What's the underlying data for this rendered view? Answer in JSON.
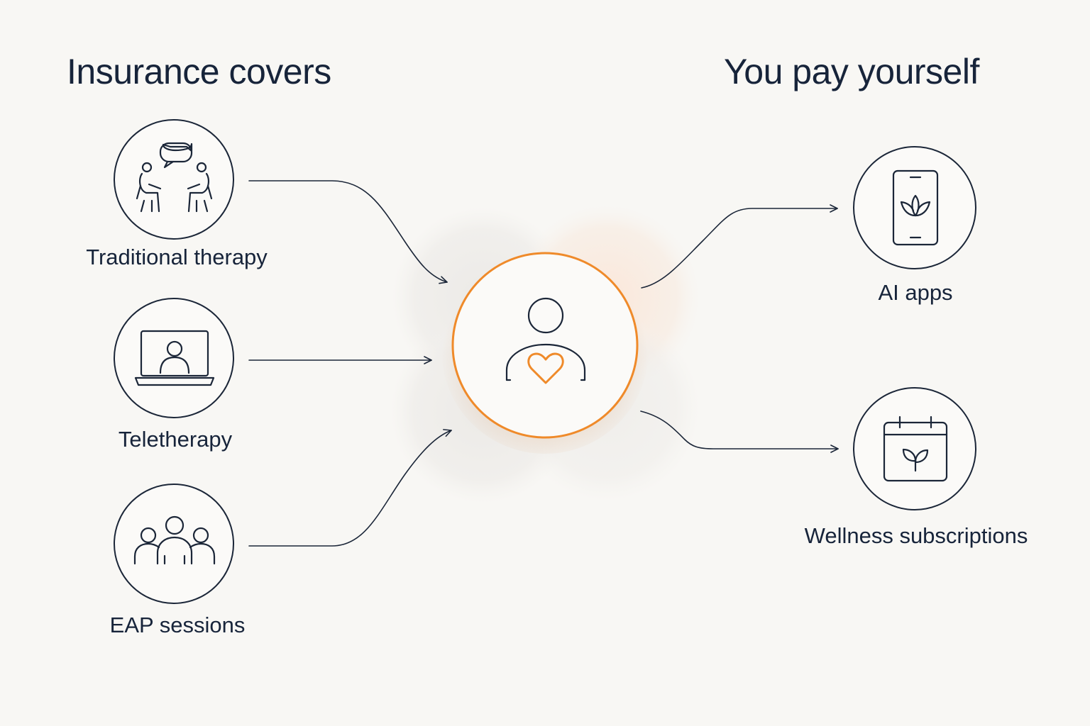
{
  "headings": {
    "left": "Insurance covers",
    "right": "You pay yourself"
  },
  "left_items": [
    {
      "label": "Traditional therapy",
      "icon": "therapy-session-icon"
    },
    {
      "label": "Teletherapy",
      "icon": "laptop-video-call-icon"
    },
    {
      "label": "EAP sessions",
      "icon": "group-people-icon"
    }
  ],
  "right_items": [
    {
      "label": "AI apps",
      "icon": "phone-lotus-icon"
    },
    {
      "label": "Wellness subscriptions",
      "icon": "calendar-sprout-icon"
    }
  ],
  "center": {
    "icon": "person-heart-icon"
  },
  "colors": {
    "background": "#f8f7f4",
    "ink": "#1b2638",
    "accent": "#ef8a2a"
  }
}
